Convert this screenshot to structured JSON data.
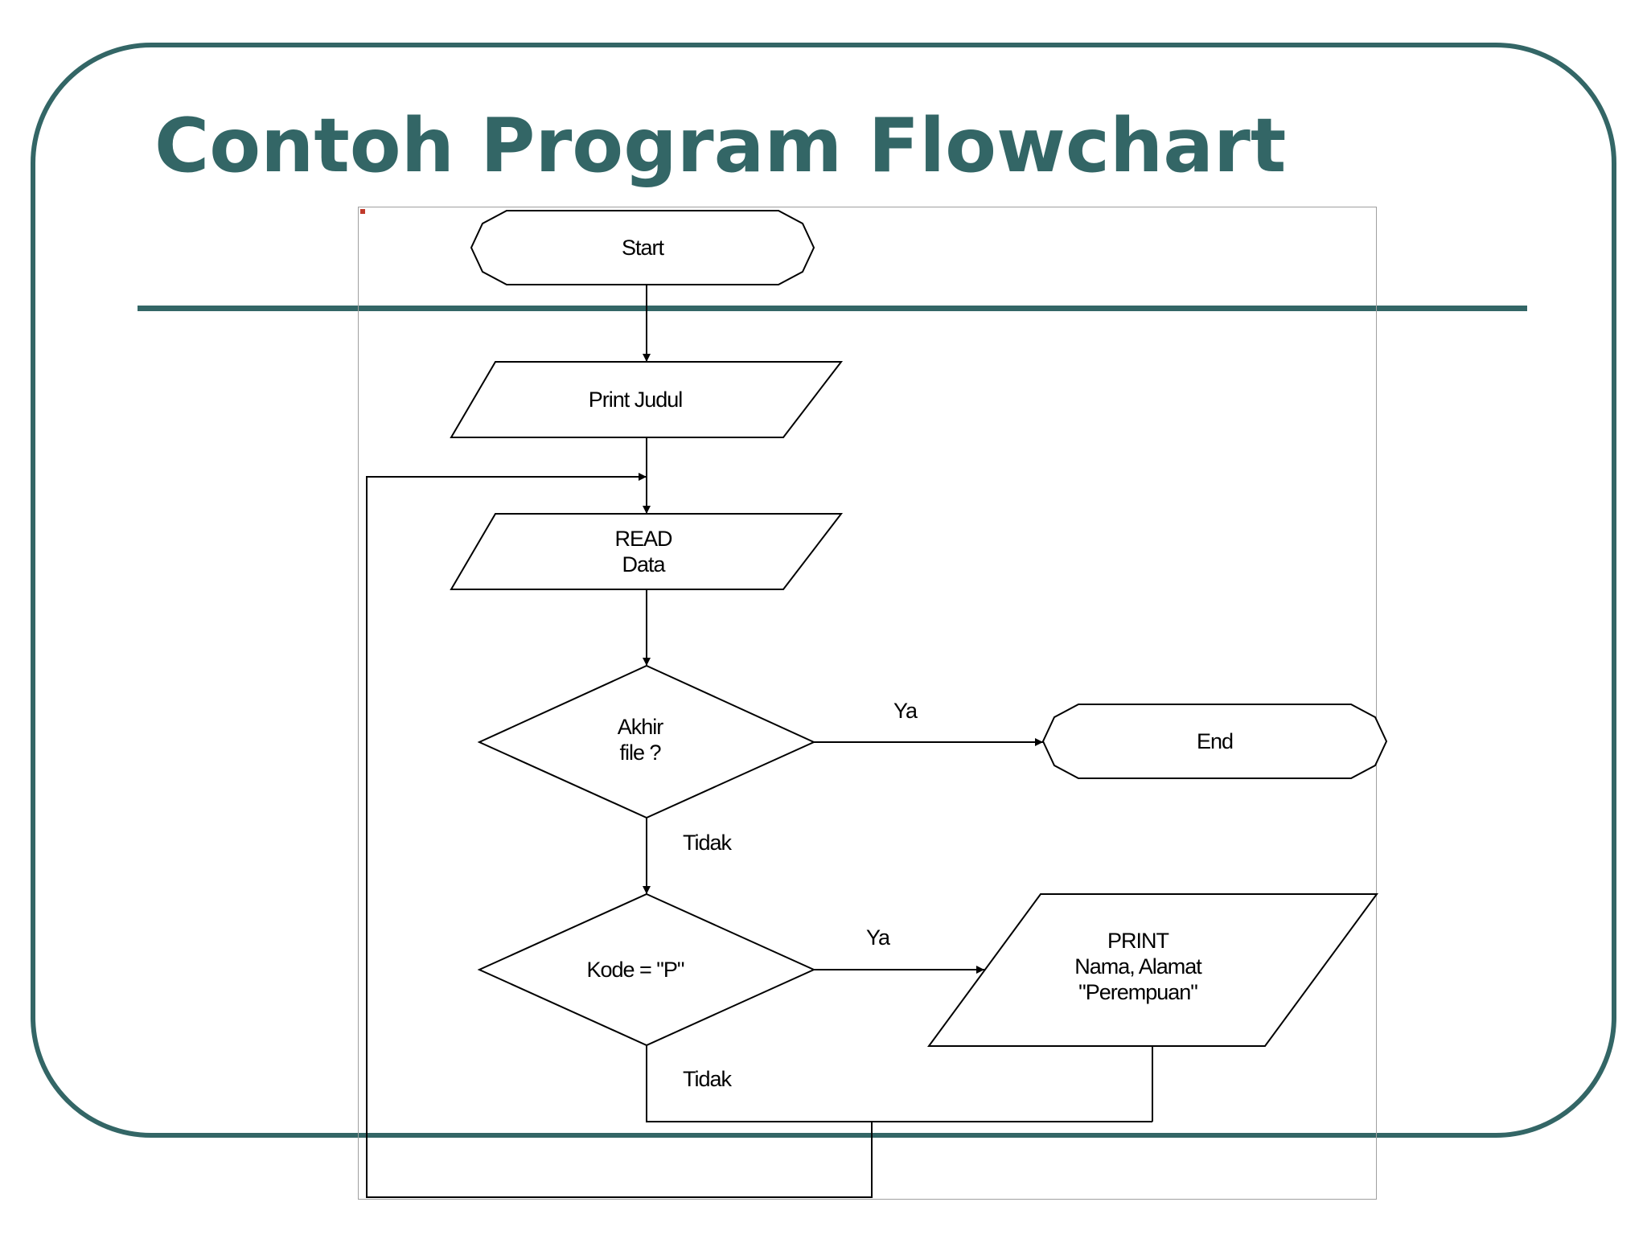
{
  "slide": {
    "title": "Contoh Program Flowchart",
    "accent_color": "#336666"
  },
  "flowchart": {
    "nodes": {
      "start": "Start",
      "print_judul": "Print Judul",
      "read_data": "READ\nData",
      "akhir_file": "Akhir\nfile ?",
      "end": "End",
      "kode_p": "Kode = \"P\"",
      "print_output": "PRINT\nNama, Alamat\n\"Perempuan\""
    },
    "edges": {
      "akhir_ya": "Ya",
      "akhir_tidak": "Tidak",
      "kode_ya": "Ya",
      "kode_tidak": "Tidak"
    }
  }
}
